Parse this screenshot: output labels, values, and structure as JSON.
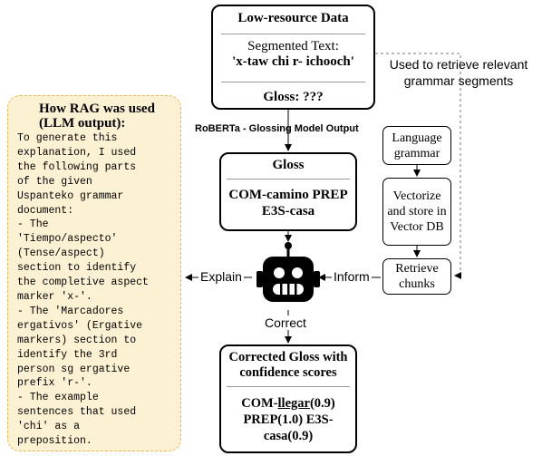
{
  "data_box": {
    "title": "Low-resource Data",
    "segmented_label": "Segmented Text:",
    "segmented_value": "'x-taw chi r- ichooch'",
    "gloss_line": "Gloss: ???"
  },
  "annotation": {
    "line1": "Used to retrieve relevant",
    "line2": "grammar segments"
  },
  "model_output_label": "RoBERTa - Glossing Model Output",
  "gloss_box": {
    "title": "Gloss",
    "line1": "COM-camino PREP",
    "line2": "E3S-casa"
  },
  "rag_box": {
    "title_line1": "How RAG was used",
    "title_line2": "(LLM output):",
    "body_lines": [
      "To generate this",
      "explanation, I used",
      "the following parts",
      "of the given",
      "Uspanteko grammar",
      "document:",
      "- The",
      "'Tiempo/aspecto'",
      "(Tense/aspect)",
      "section to identify",
      "the completive aspect",
      "marker 'x-'.",
      "- The 'Marcadores",
      "ergativos' (Ergative",
      "markers) section to",
      "identify the 3rd",
      "person sg ergative",
      "prefix 'r-'.",
      "- The example",
      "sentences that used",
      "'chi' as a",
      "preposition."
    ]
  },
  "right_column": {
    "grammar": "Language grammar",
    "vectorize": "Vectorize and store in Vector DB",
    "retrieve": "Retrieve chunks"
  },
  "labels": {
    "explain": "Explain",
    "inform": "Inform",
    "correct": "Correct"
  },
  "corrected_box": {
    "title_line1": "Corrected Gloss with",
    "title_line2": "confidence scores",
    "line1_prefix": "COM-",
    "line1_word": "llegar",
    "line1_suffix": "(0.9)",
    "line2": "PREP(1.0) E3S-",
    "line3": "casa(0.9)"
  },
  "colors": {
    "rag_fill": "#fdf1d3",
    "rag_border": "#e8b850",
    "dashed_line": "#777777"
  }
}
